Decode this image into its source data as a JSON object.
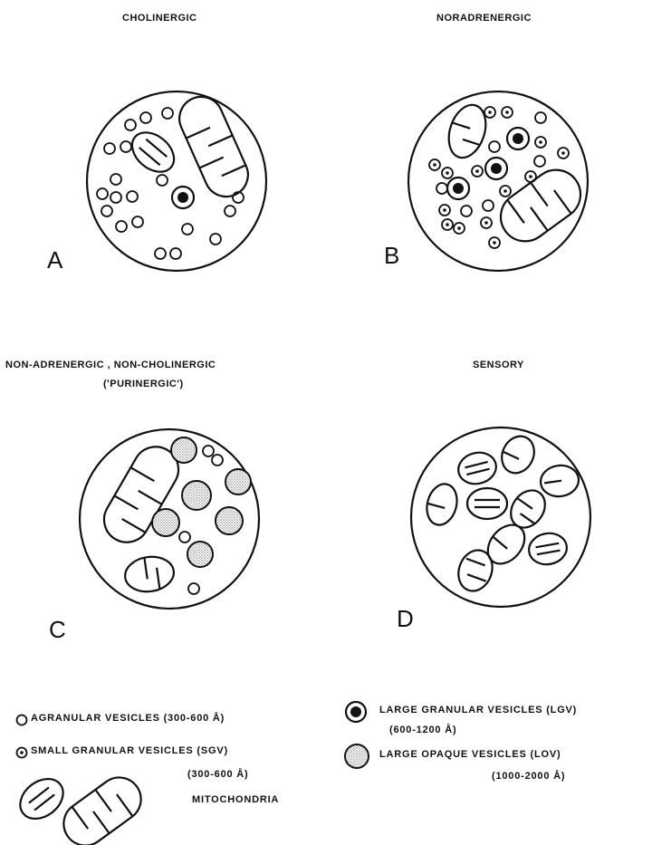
{
  "panels": [
    {
      "id": "A",
      "title": "CHOLINERGIC",
      "title2": "",
      "letter": "A"
    },
    {
      "id": "B",
      "title": "NORADRENERGIC",
      "title2": "",
      "letter": "B"
    },
    {
      "id": "C",
      "title": "NON-ADRENERGIC , NON-CHOLINERGIC",
      "title2": "('PURINERGIC')",
      "letter": "C"
    },
    {
      "id": "D",
      "title": "SENSORY",
      "title2": "",
      "letter": "D"
    }
  ],
  "legend": {
    "agranular": "AGRANULAR  VESICLES  (300-600 Å)",
    "sgv_line1": "SMALL GRANULAR  VESICLES  (SGV)",
    "sgv_line2": "(300-600 Å)",
    "mito": "MITOCHONDRIA",
    "lgv_line1": "LARGE  GRANULAR  VESICLES  (LGV)",
    "lgv_line2": "(600-1200 Å)",
    "lov_line1": "LARGE  OPAQUE  VESICLES  (LOV)",
    "lov_line2": "(1000-2000 Å)"
  },
  "colors": {
    "ink": "#111111",
    "stipple": "#9a9a9a",
    "background": "#ffffff"
  }
}
